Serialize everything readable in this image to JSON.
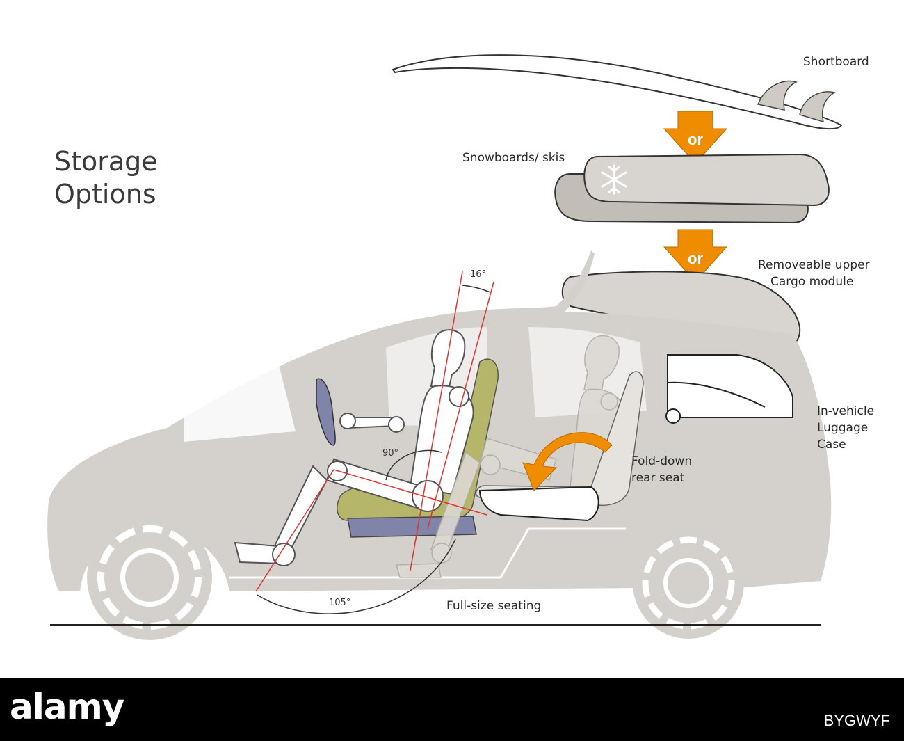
{
  "title": {
    "line1": "Storage",
    "line2": "Options"
  },
  "labels": {
    "shortboard": "Shortboard",
    "snowboards": "Snowboards/ skis",
    "cargo_line1": "Removeable upper",
    "cargo_line2": "Cargo module",
    "luggage_line1": "In-vehicle",
    "luggage_line2": "Luggage",
    "luggage_line3": "Case",
    "fold_line1": "Fold-down",
    "fold_line2": "rear seat",
    "seating": "Full-size seating"
  },
  "arrows": {
    "or_top": "or",
    "or_bottom": "or"
  },
  "angles": {
    "headrest": "16°",
    "knee": "90°",
    "leg": "105°"
  },
  "footer": {
    "brand": "alamy",
    "stock_id": "BYGWYF"
  },
  "colors": {
    "car_body": "#d4d1cc",
    "arrow_orange": "#f08c00",
    "seat_green": "#b5b66a",
    "seat_blue": "#7f84a8",
    "ski_bag": "#d2cfca",
    "angle_line": "#e0342d"
  }
}
